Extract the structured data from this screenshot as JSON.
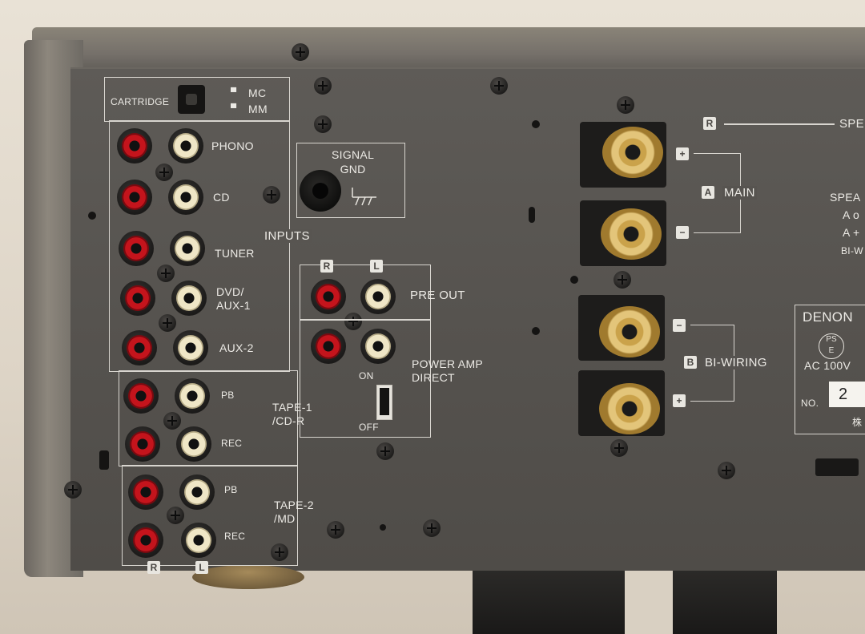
{
  "panel": {
    "cartridge": {
      "label": "CARTRIDGE",
      "mc": "MC",
      "mm": "MM"
    },
    "inputs_title": "INPUTS",
    "inputs": [
      {
        "label": "PHONO"
      },
      {
        "label": "CD"
      },
      {
        "label": "TUNER"
      },
      {
        "label": "DVD/\nAUX-1"
      },
      {
        "label": "AUX-2"
      }
    ],
    "tape1": {
      "label": "TAPE-1\n/CD-R",
      "pb": "PB",
      "rec": "REC"
    },
    "tape2": {
      "label": "TAPE-2\n/MD",
      "pb": "PB",
      "rec": "REC"
    },
    "channels": {
      "r": "R",
      "l": "L"
    },
    "signal_gnd": "SIGNAL\nGND",
    "pre_out": "PRE OUT",
    "power_amp_direct": "POWER AMP\nDIRECT",
    "switch": {
      "on": "ON",
      "off": "OFF"
    },
    "speakers": {
      "r_badge": "R",
      "title_partial": "SPE",
      "a_badge": "A",
      "main": "MAIN",
      "b_badge": "B",
      "biwiring": "BI-WIRING",
      "plus": "+",
      "minus": "−",
      "info_partial": [
        "SPEA",
        "A o",
        "A +",
        "BI-W"
      ]
    },
    "label_plate": {
      "brand": "DENON",
      "pse": "PS\nE",
      "voltage": "AC 100V",
      "no_label": "NO.",
      "serial_partial": "2",
      "maker_partial": "株"
    }
  }
}
